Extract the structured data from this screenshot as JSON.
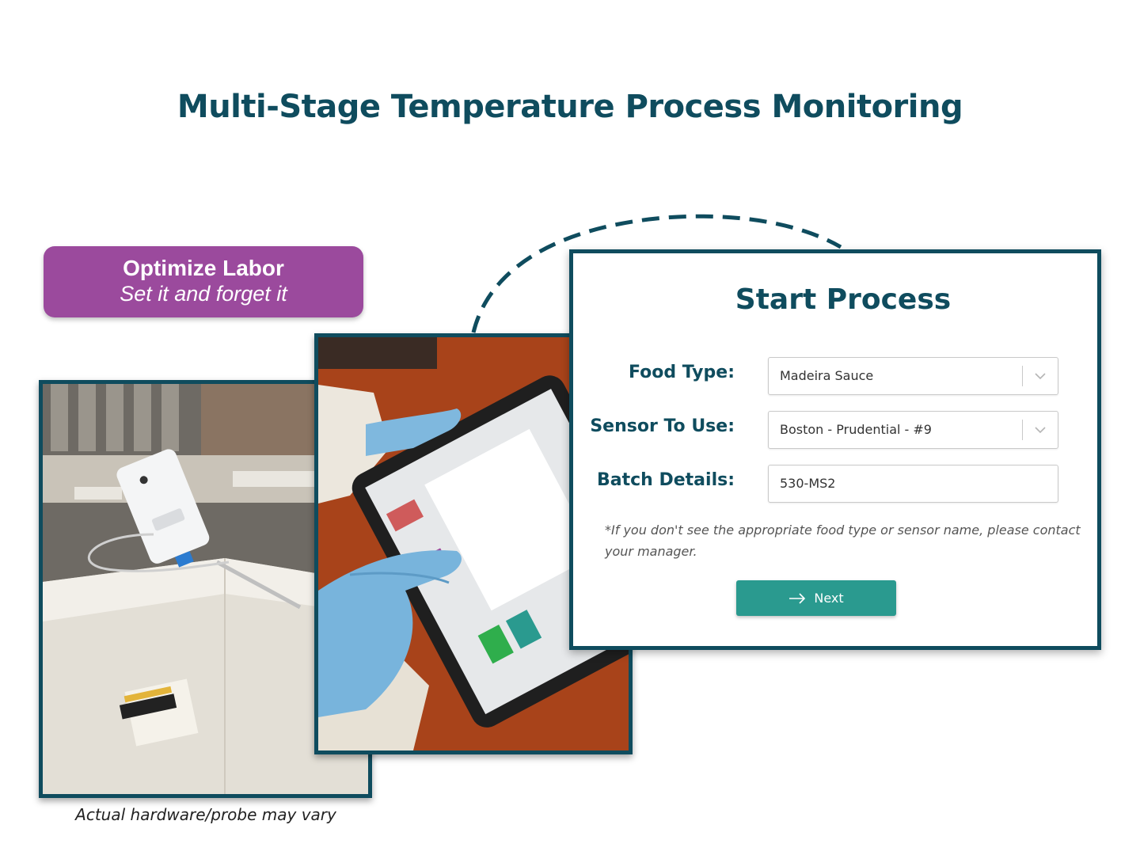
{
  "page": {
    "title": "Multi-Stage Temperature Process Monitoring",
    "caption": "Actual hardware/probe may vary"
  },
  "badge": {
    "title": "Optimize Labor",
    "subtitle": "Set it and forget it"
  },
  "form": {
    "title": "Start Process",
    "fields": [
      {
        "label": "Food Type:",
        "value": "Madeira Sauce",
        "type": "dropdown"
      },
      {
        "label": "Sensor To Use:",
        "value": "Boston - Prudential - #9",
        "type": "dropdown"
      },
      {
        "label": "Batch Details:",
        "value": "530-MS2",
        "type": "text"
      }
    ],
    "note": "*If you don't see the appropriate food type or sensor name, please contact your manager.",
    "next_label": "Next"
  },
  "colors": {
    "primary": "#0f4c5e",
    "badge": "#9b4a9d",
    "button": "#2a9a8f"
  },
  "icons": {
    "dropdown": "chevron-down-icon",
    "next": "arrow-right-icon"
  }
}
